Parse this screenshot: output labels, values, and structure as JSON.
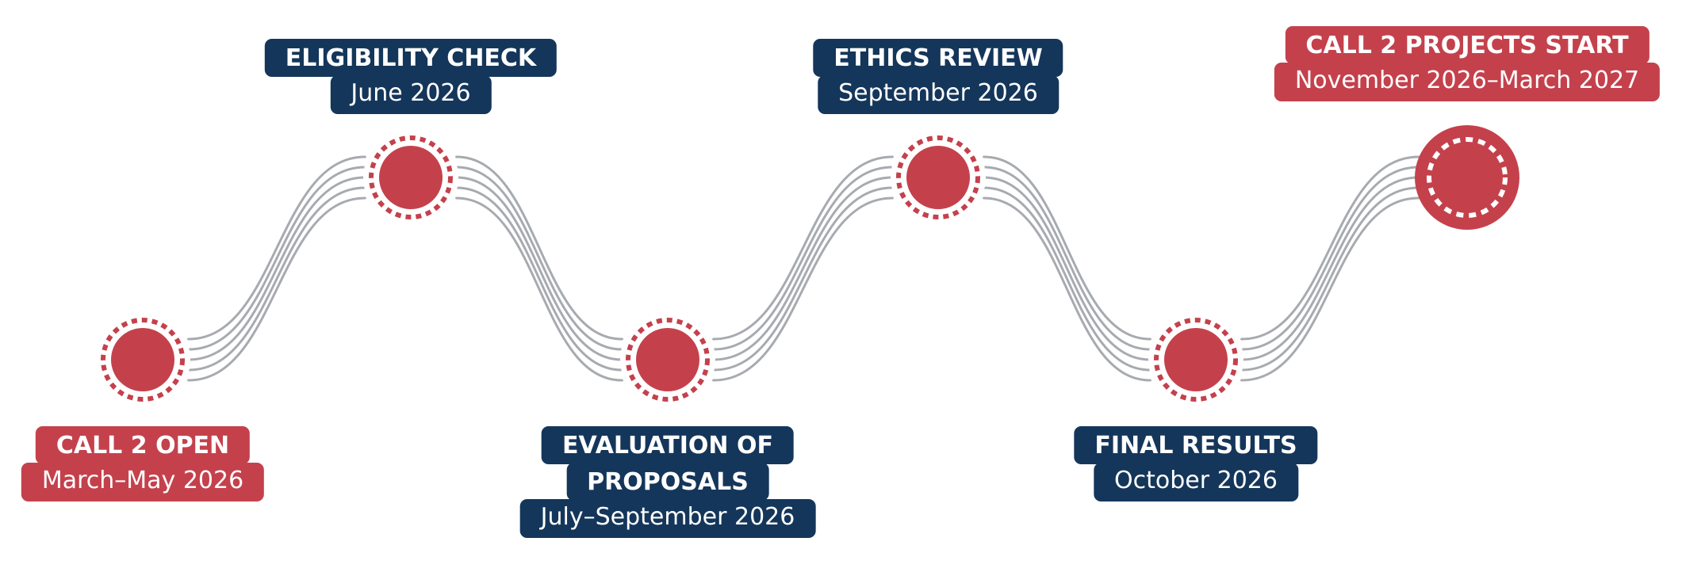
{
  "colors": {
    "navy": "#14365a",
    "red": "#c4414c",
    "wave": "#a7aaaf",
    "white": "#ffffff"
  },
  "milestones": [
    {
      "title_lines": [
        "CALL 2 OPEN"
      ],
      "date": "March–May 2026",
      "color": "red",
      "position": "low",
      "style": "node"
    },
    {
      "title_lines": [
        "ELIGIBILITY CHECK"
      ],
      "date": "June 2026",
      "color": "navy",
      "position": "high",
      "style": "node"
    },
    {
      "title_lines": [
        "EVALUATION OF",
        "PROPOSALS"
      ],
      "date": "July–September 2026",
      "color": "navy",
      "position": "low",
      "style": "node"
    },
    {
      "title_lines": [
        "ETHICS REVIEW"
      ],
      "date": "September 2026",
      "color": "navy",
      "position": "high",
      "style": "node"
    },
    {
      "title_lines": [
        "FINAL RESULTS"
      ],
      "date": "October 2026",
      "color": "navy",
      "position": "low",
      "style": "node"
    },
    {
      "title_lines": [
        "CALL 2 PROJECTS START"
      ],
      "date": "November 2026–March 2027",
      "color": "red",
      "position": "high",
      "style": "end-node"
    }
  ]
}
